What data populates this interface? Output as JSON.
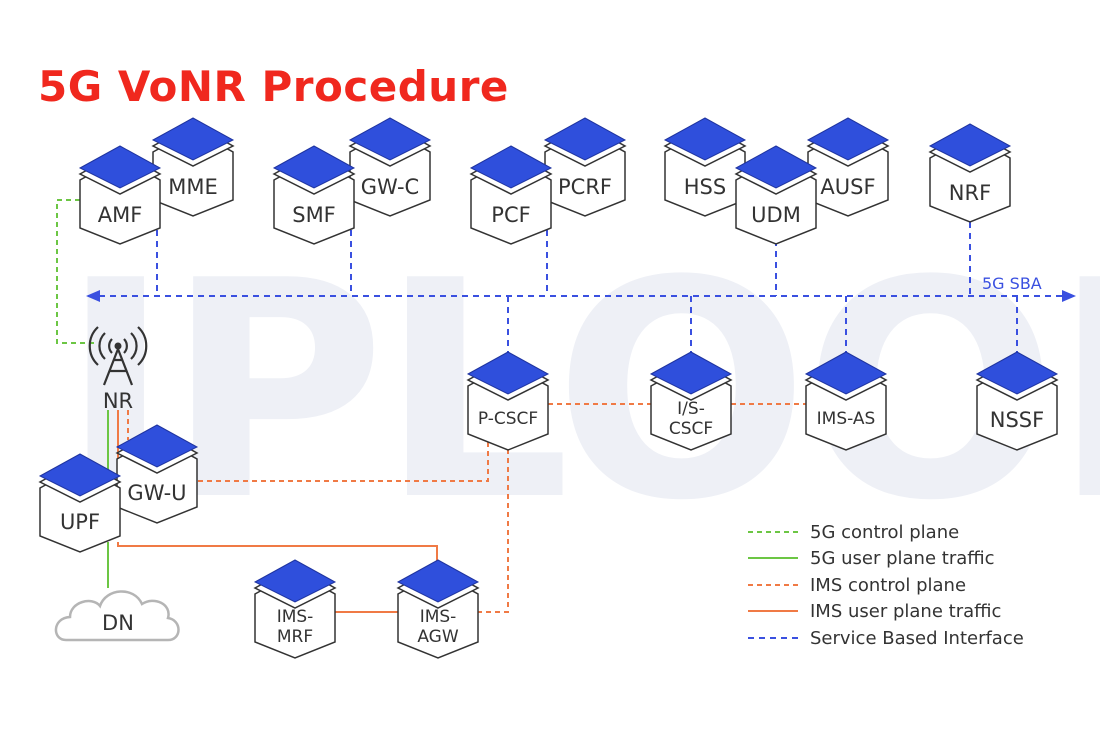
{
  "title": "5G VoNR Procedure",
  "watermark": "IPLOOK",
  "sba_label": "5G SBA",
  "colors": {
    "title": "#f0281e",
    "cube_top": "#2f4fdc",
    "cube_outline": "#333333",
    "control_5g": "#6cc644",
    "user_5g": "#6cc644",
    "ims_control": "#f07a45",
    "ims_user": "#f07a45",
    "sbi": "#3a50e0",
    "watermark": "#f0f2f7"
  },
  "nodes": {
    "amf": "AMF",
    "mme": "MME",
    "smf": "SMF",
    "gwc": "GW-C",
    "pcf": "PCF",
    "pcrf": "PCRF",
    "hss": "HSS",
    "udm": "UDM",
    "ausf": "AUSF",
    "nrf": "NRF",
    "pcscf": "P-CSCF",
    "iscscf": [
      "I/S-",
      "CSCF"
    ],
    "imsas": "IMS-AS",
    "nssf": "NSSF",
    "gwu": "GW-U",
    "upf": "UPF",
    "imsmrf": [
      "IMS-",
      "MRF"
    ],
    "imsagw": [
      "IMS-",
      "AGW"
    ],
    "nr": "NR",
    "dn": "DN"
  },
  "legend": [
    {
      "label": "5G control plane",
      "color": "#6cc644",
      "style": "dashed"
    },
    {
      "label": "5G user plane traffic",
      "color": "#6cc644",
      "style": "solid"
    },
    {
      "label": "IMS control plane",
      "color": "#f07a45",
      "style": "dashed"
    },
    {
      "label": "IMS user plane traffic",
      "color": "#f07a45",
      "style": "solid"
    },
    {
      "label": "Service Based Interface",
      "color": "#3a50e0",
      "style": "dashed"
    }
  ]
}
